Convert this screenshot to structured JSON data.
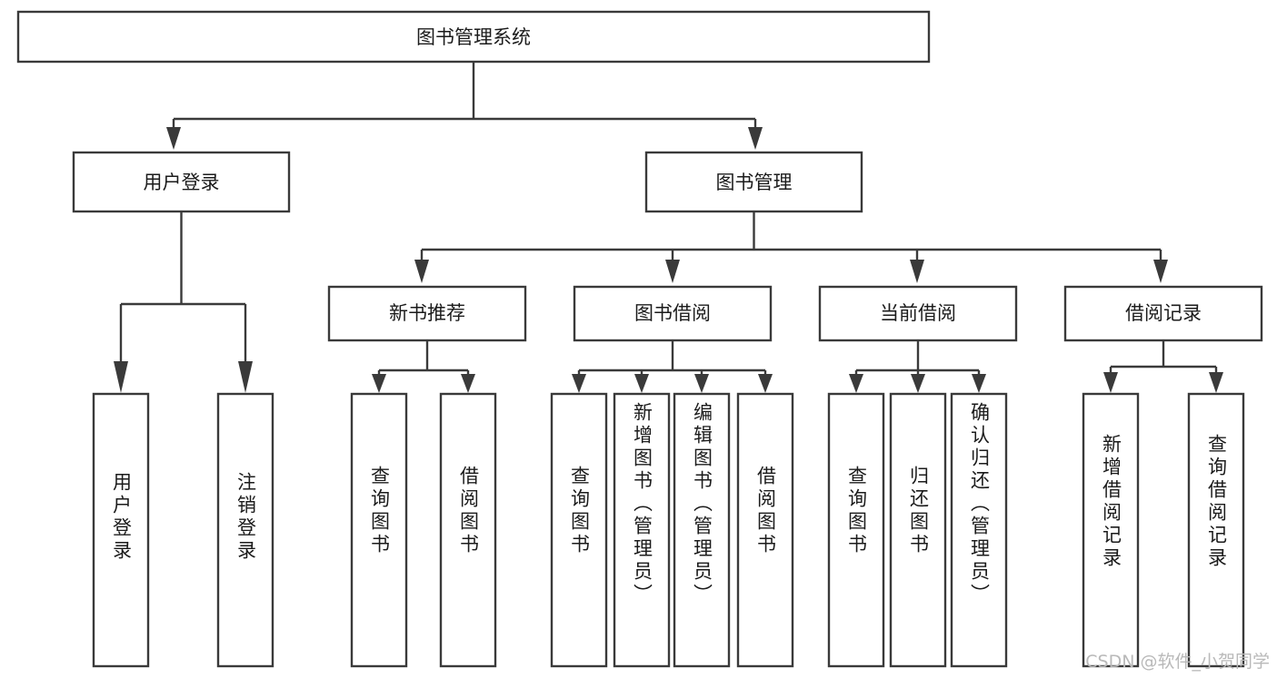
{
  "diagram": {
    "title": "图书管理系统",
    "type": "tree-hierarchy-chart",
    "orientation": "top-down",
    "colors": {
      "box_fill": "#ffffff",
      "box_stroke": "#3a3a3a",
      "text": "#1b1b1b",
      "background": "#ffffff",
      "watermark": "#b9b9b9"
    },
    "root": {
      "id": "root",
      "label": "图书管理系统"
    },
    "level2": [
      {
        "id": "user-login",
        "label": "用户登录"
      },
      {
        "id": "book-manage",
        "label": "图书管理"
      }
    ],
    "level3": [
      {
        "id": "new-book-recommend",
        "label": "新书推荐",
        "parent": "book-manage"
      },
      {
        "id": "book-borrow",
        "label": "图书借阅",
        "parent": "book-manage"
      },
      {
        "id": "current-borrow",
        "label": "当前借阅",
        "parent": "book-manage"
      },
      {
        "id": "borrow-record",
        "label": "借阅记录",
        "parent": "book-manage"
      }
    ],
    "leaves": [
      {
        "id": "leaf-user-login",
        "label": "用户登录",
        "parent": "user-login"
      },
      {
        "id": "leaf-logout-login",
        "label": "注销登录",
        "parent": "user-login"
      },
      {
        "id": "leaf-query-book-1",
        "label": "查询图书",
        "parent": "new-book-recommend"
      },
      {
        "id": "leaf-borrow-book-1",
        "label": "借阅图书",
        "parent": "new-book-recommend"
      },
      {
        "id": "leaf-query-book-2",
        "label": "查询图书",
        "parent": "book-borrow"
      },
      {
        "id": "leaf-add-book",
        "label": "新增图书（管理员）",
        "parent": "book-borrow"
      },
      {
        "id": "leaf-edit-book",
        "label": "编辑图书（管理员）",
        "parent": "book-borrow"
      },
      {
        "id": "leaf-borrow-book-2",
        "label": "借阅图书",
        "parent": "book-borrow"
      },
      {
        "id": "leaf-query-book-3",
        "label": "查询图书",
        "parent": "current-borrow"
      },
      {
        "id": "leaf-return-book",
        "label": "归还图书",
        "parent": "current-borrow"
      },
      {
        "id": "leaf-confirm-return",
        "label": "确认归还（管理员）",
        "parent": "current-borrow"
      },
      {
        "id": "leaf-add-record",
        "label": "新增借阅记录",
        "parent": "borrow-record"
      },
      {
        "id": "leaf-query-record",
        "label": "查询借阅记录",
        "parent": "borrow-record"
      }
    ]
  },
  "watermark": {
    "text": "CSDN @软件_小贺同学"
  }
}
